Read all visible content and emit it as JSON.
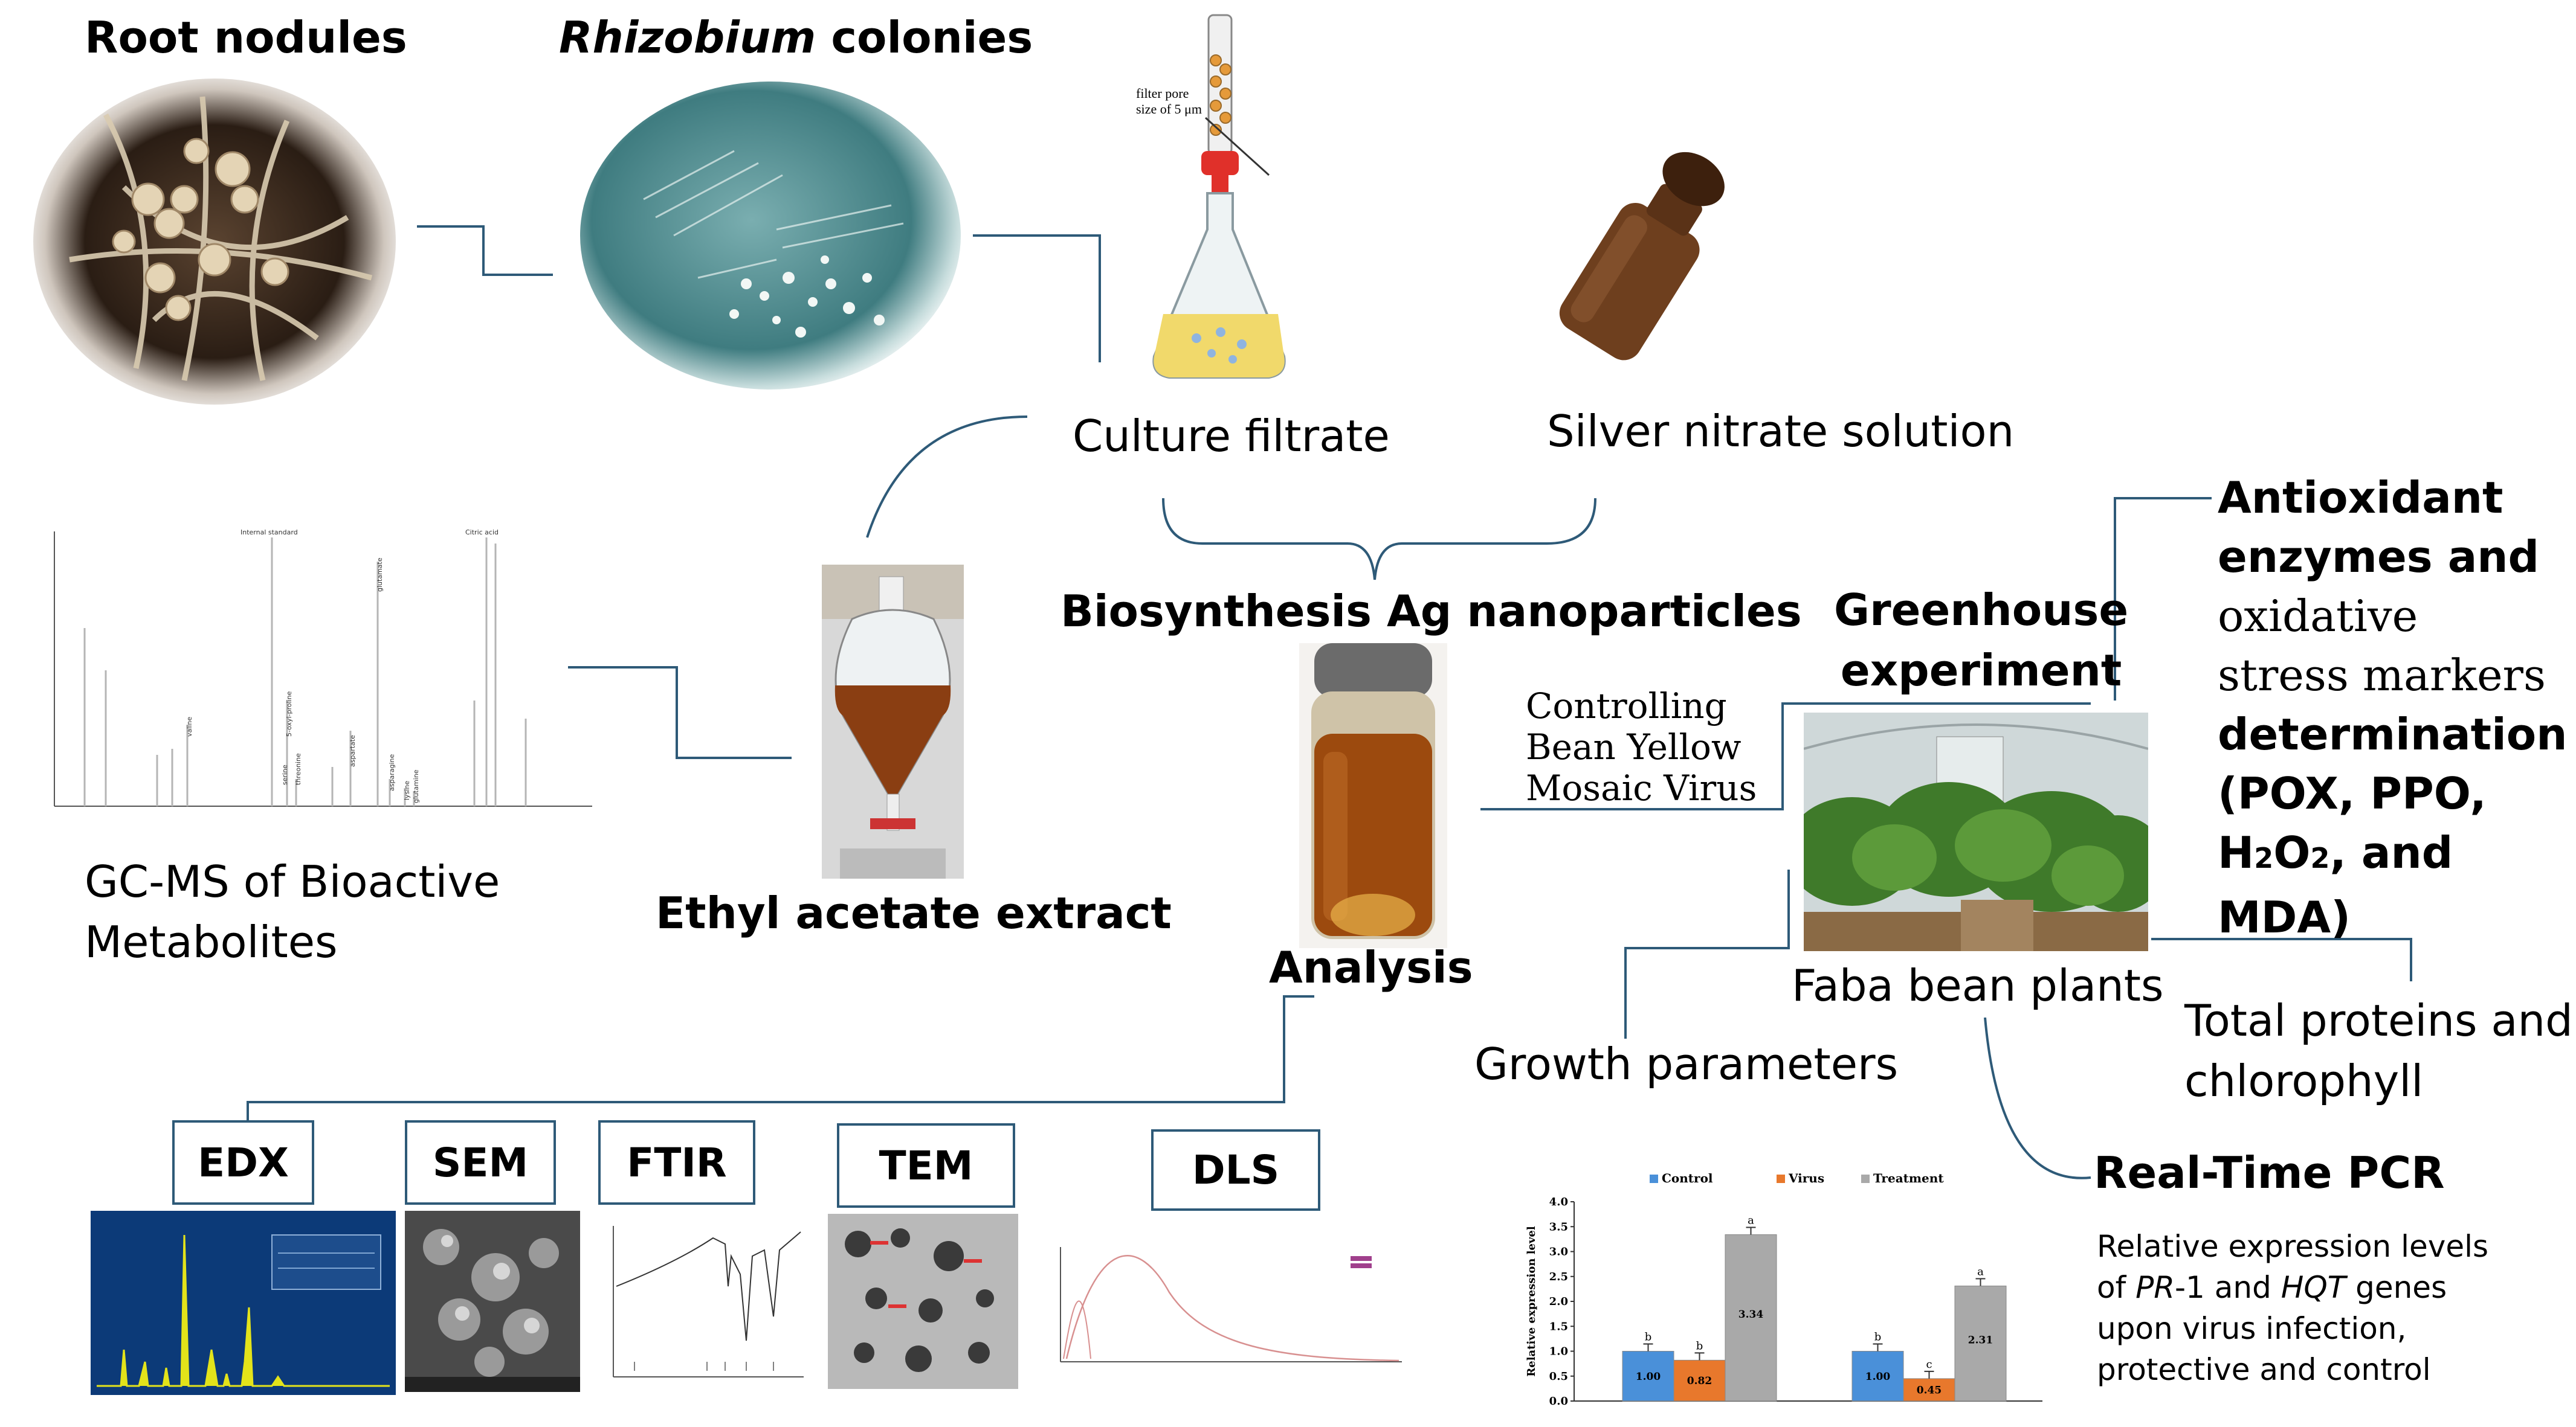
{
  "labels": {
    "root_nodules": "Root nodules",
    "rhizobium_italic": "Rhizobium",
    "rhizobium_rest": " colonies",
    "filter_note_1": "filter pore",
    "filter_note_2": "size of 5 μm",
    "culture_filtrate": "Culture filtrate",
    "silver_nitrate": "Silver nitrate solution",
    "biosynthesis": "Biosynthesis Ag nanoparticles",
    "ethyl_acetate": "Ethyl acetate extract",
    "gcms_1": "GC-MS of Bioactive",
    "gcms_2": "Metabolites",
    "analysis": "Analysis",
    "controlling_1": "Controlling",
    "controlling_2": "Bean Yellow",
    "controlling_3": "Mosaic Virus",
    "greenhouse_1": "Greenhouse",
    "greenhouse_2": "experiment",
    "faba": "Faba bean plants",
    "growth": "Growth parameters",
    "antiox_1": "Antioxidant",
    "antiox_2": "enzymes and",
    "antiox_3": "oxidative",
    "antiox_4": "stress markers",
    "antiox_5": "determination",
    "antiox_6": "(POX, PPO,",
    "antiox_7a": "H",
    "antiox_7b": "2",
    "antiox_7c": "O",
    "antiox_7d": "2",
    "antiox_7e": ", and",
    "antiox_8": "MDA)",
    "proteins_1": "Total proteins and",
    "proteins_2": "chlorophyll",
    "pcr": "Real-Time PCR",
    "rel_1": "Relative expression levels",
    "rel_2a": "of  ",
    "rel_2b": "PR",
    "rel_2c": "-1 and ",
    "rel_2d": "HQT",
    "rel_2e": " genes",
    "rel_3": "upon virus infection,",
    "rel_4": "protective and control",
    "edx": "EDX",
    "sem": "SEM",
    "ftir": "FTIR",
    "tem": "TEM",
    "dls": "DLS"
  },
  "gcms_peak_labels": [
    "Internal standard",
    "Citric acid",
    "glutamate",
    "5-oxyl-proline",
    "valine",
    "threonine",
    "aspartate",
    "serine",
    "asparagine",
    "lysine",
    "glutamine"
  ],
  "chart_data": {
    "type": "bar",
    "title": "",
    "xlabel": "",
    "ylabel": "Relative expression level",
    "ylim": [
      0,
      4
    ],
    "yticks": [
      "0.0",
      "0.5",
      "1.0",
      "1.5",
      "2.0",
      "2.5",
      "3.0",
      "3.5",
      "4.0"
    ],
    "groups": 2,
    "series": [
      {
        "name": "Control",
        "values": [
          1.0,
          1.0
        ],
        "labels": [
          "1.00",
          "1.00"
        ],
        "letters": [
          "b",
          "b"
        ],
        "color": "#4a90d9"
      },
      {
        "name": "Virus",
        "values": [
          0.82,
          0.45
        ],
        "labels": [
          "0.82",
          "0.45"
        ],
        "letters": [
          "b",
          "c"
        ],
        "color": "#e8782c"
      },
      {
        "name": "Treatment",
        "values": [
          3.34,
          2.31
        ],
        "labels": [
          "3.34",
          "2.31"
        ],
        "letters": [
          "a",
          "a"
        ],
        "color": "#a9a9a9"
      }
    ]
  },
  "colors": {
    "connector": "#2e5a78",
    "edx_bg": "#0c3a78",
    "edx_spectrum": "#e3e31a"
  }
}
